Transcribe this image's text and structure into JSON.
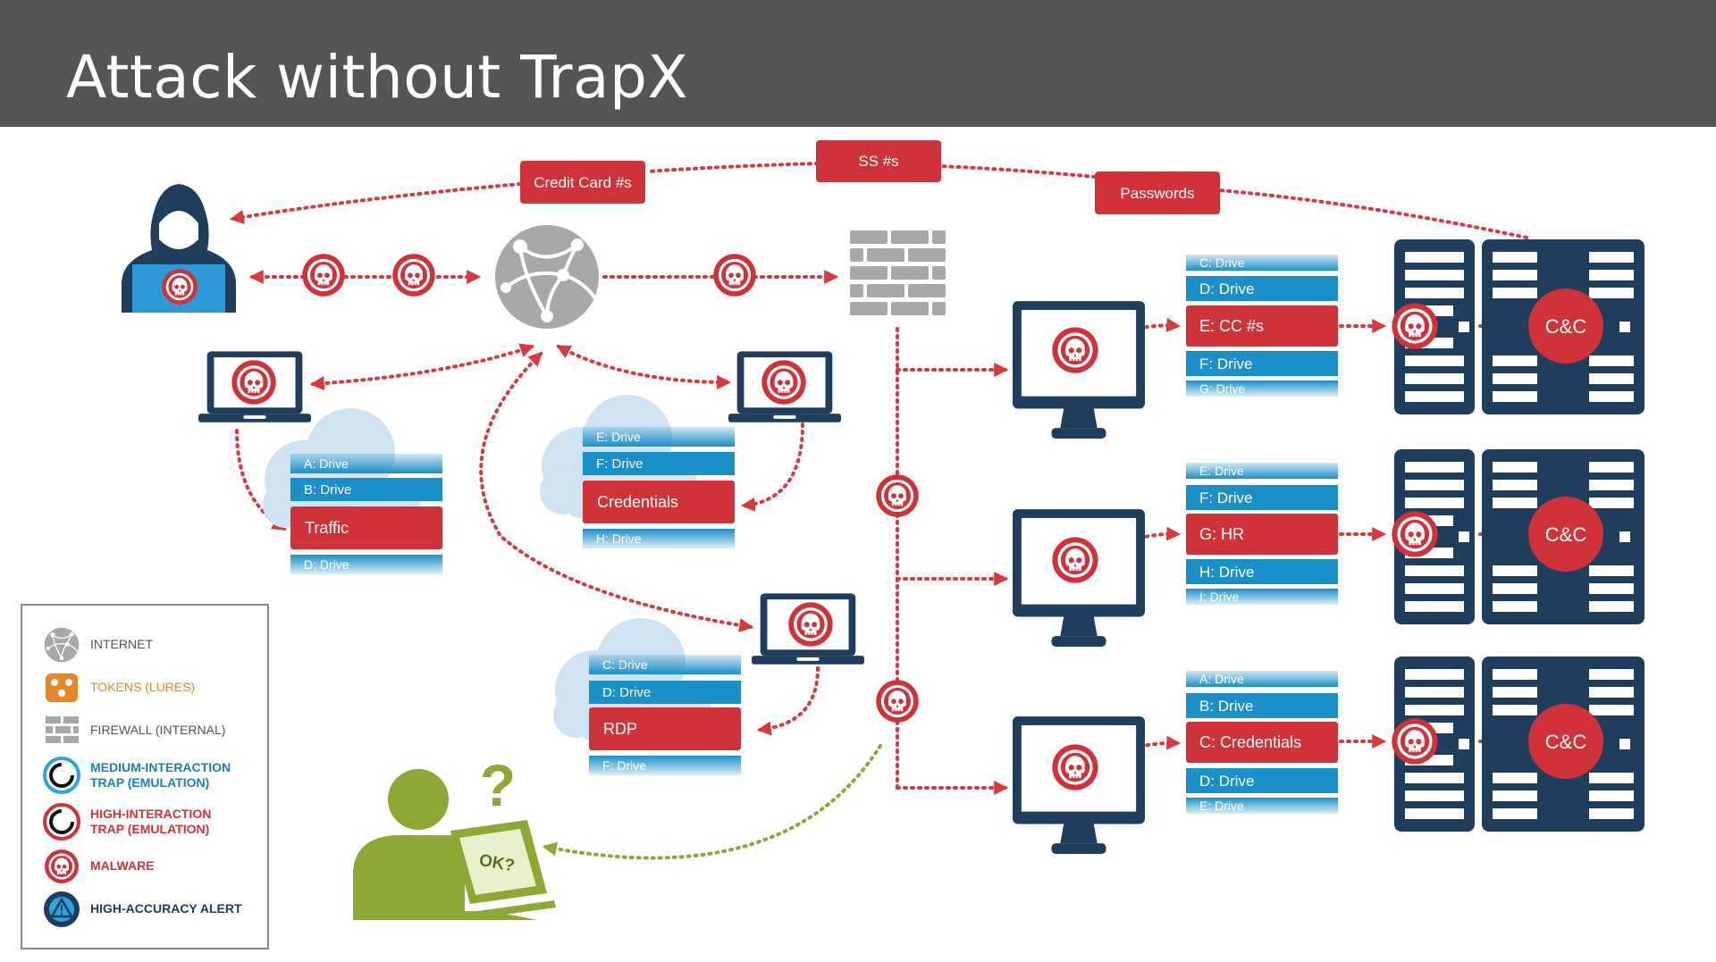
{
  "title": "Attack without TrapX",
  "stolen_data_tags": {
    "credit_card": "Credit Card #s",
    "ss": "SS #s",
    "passwords": "Passwords"
  },
  "laptop_1_drives": [
    "A: Drive",
    "B: Drive",
    "Traffic",
    "D: Drive"
  ],
  "laptop_2_drives": [
    "E: Drive",
    "F: Drive",
    "Credentials",
    "H: Drive"
  ],
  "laptop_3_drives": [
    "C: Drive",
    "D: Drive",
    "RDP",
    "F: Drive"
  ],
  "workstation_1_drives": [
    "C: Drive",
    "D: Drive",
    "E: CC #s",
    "F: Drive",
    "G: Drive"
  ],
  "workstation_2_drives": [
    "E: Drive",
    "F: Drive",
    "G: HR",
    "H: Drive",
    "I: Drive"
  ],
  "workstation_3_drives": [
    "A: Drive",
    "B: Drive",
    "C: Credentials",
    "D: Drive",
    "E: Drive"
  ],
  "cnc_label": "C&C",
  "user_prompt": "OK?",
  "legend": [
    {
      "label": "INTERNET",
      "color": "#555555",
      "icon": "globe-icon"
    },
    {
      "label": "TOKENS (LURES)",
      "color": "#e8852a",
      "icon": "token-icon"
    },
    {
      "label": "FIREWALL (INTERNAL)",
      "color": "#555555",
      "icon": "firewall-icon"
    },
    {
      "label": "MEDIUM-INTERACTION\nTRAP (EMULATION)",
      "color": "#1b7fb5",
      "icon": "medium-trap-icon"
    },
    {
      "label": "HIGH-INTERACTION\nTRAP (EMULATION)",
      "color": "#cf3339",
      "icon": "high-trap-icon"
    },
    {
      "label": "MALWARE",
      "color": "#cf3339",
      "icon": "malware-icon"
    },
    {
      "label": "HIGH-ACCURACY ALERT",
      "color": "#1f3d5c",
      "icon": "alert-icon"
    }
  ],
  "colors": {
    "red": "#cf3339",
    "blue": "#1b8fc8",
    "navy": "#1f3d5c",
    "green": "#8ea835",
    "gray": "#a8a8a8",
    "header": "#555555"
  }
}
